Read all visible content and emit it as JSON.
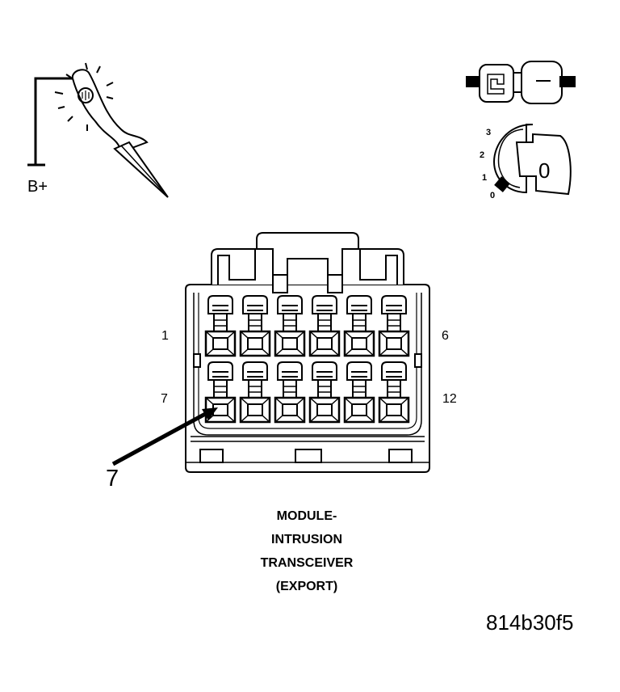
{
  "test_light_symbol": {
    "label": "B+"
  },
  "ignition_key": {
    "positions": [
      "3",
      "2",
      "1",
      "0"
    ],
    "key_text": "0"
  },
  "connector": {
    "pin_labels": {
      "top_left": "1",
      "top_right": "6",
      "bottom_left": "7",
      "bottom_right": "12"
    },
    "callout_pin": "7"
  },
  "title_lines": [
    "MODULE-",
    "INTRUSION",
    "TRANSCEIVER",
    "(EXPORT)"
  ],
  "figure_id": "814b30f5"
}
